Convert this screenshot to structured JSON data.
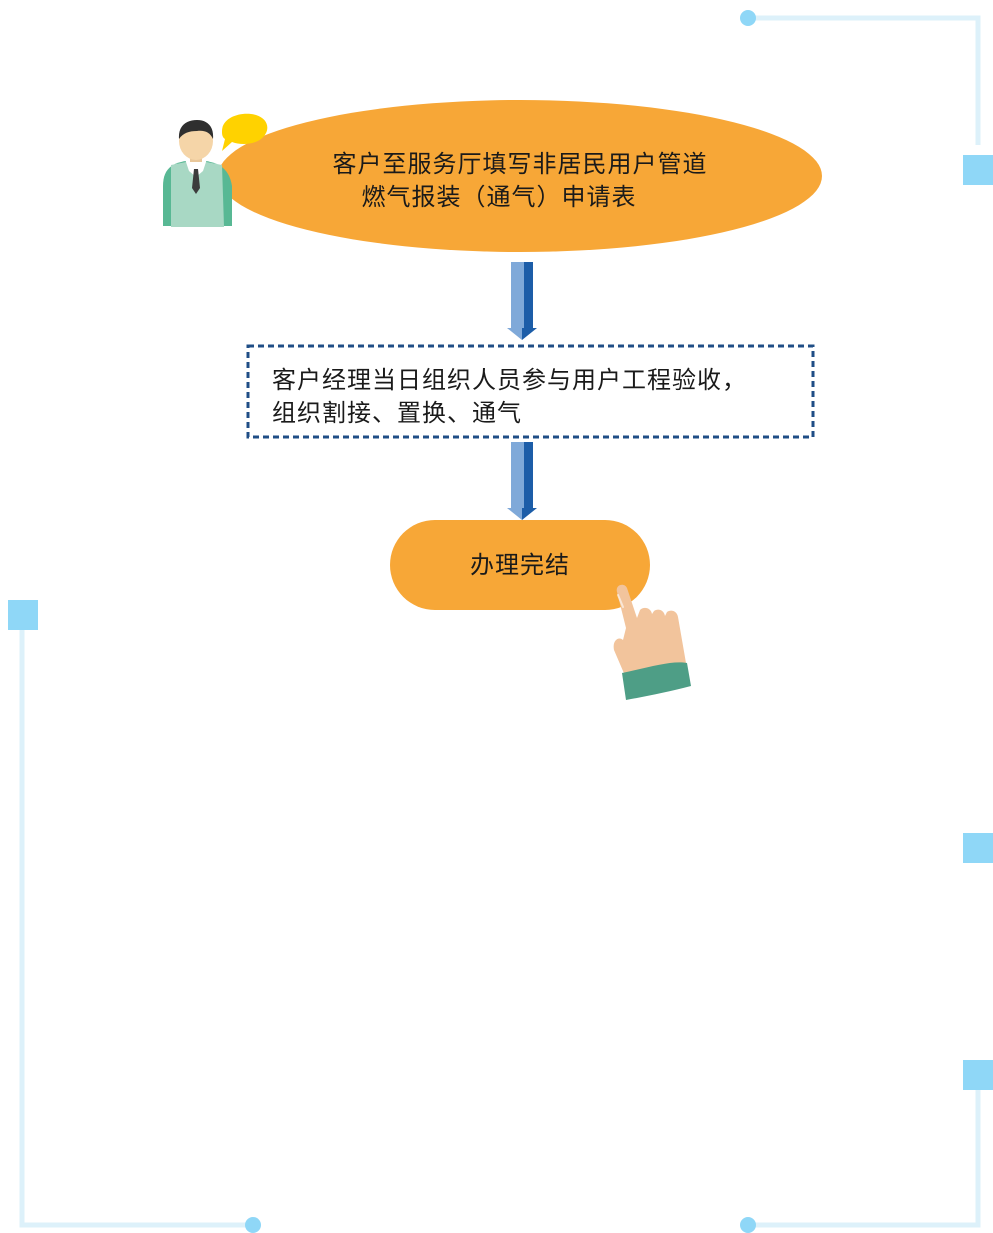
{
  "diagram": {
    "steps": [
      {
        "shape": "ellipse",
        "lines": [
          "客户至服务厅填写非居民用户管道",
          "燃气报装（通气）申请表"
        ]
      },
      {
        "shape": "dashed-rectangle",
        "lines": [
          "客户经理当日组织人员参与用户工程验收，",
          "组织割接、置换、通气"
        ]
      },
      {
        "shape": "rounded-rectangle",
        "lines": [
          "办理完结"
        ]
      }
    ],
    "icons": [
      "person-with-speech-bubble-icon",
      "pointing-hand-icon"
    ],
    "colors": {
      "node_fill": "#F7A737",
      "box_border": "#1F4E86",
      "arrow_dark": "#1C5DA8",
      "arrow_light": "#7FA9D9",
      "frame_line": "#DDF1FA",
      "frame_accent": "#8FD7F7"
    }
  }
}
